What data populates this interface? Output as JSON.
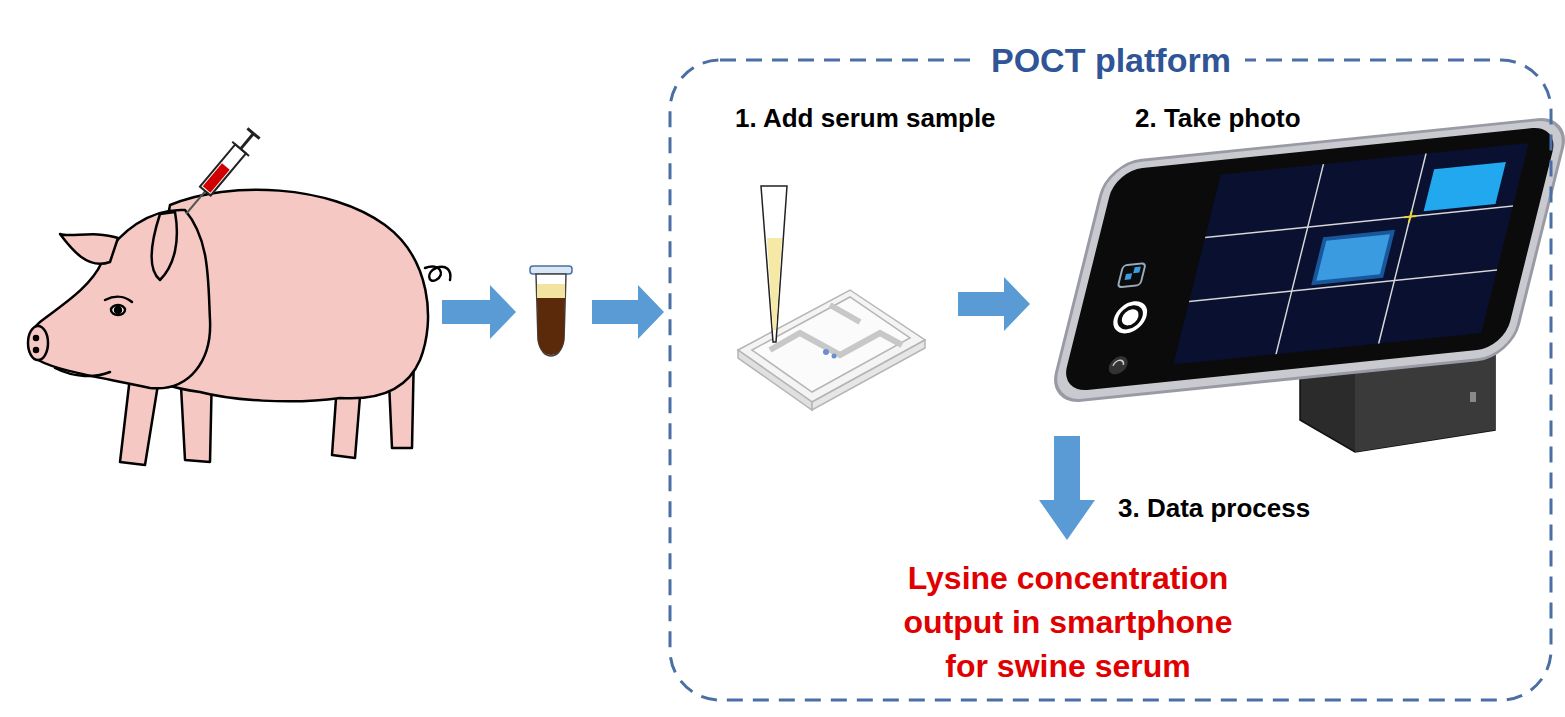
{
  "diagram": {
    "nodes": [
      {
        "text": [
          "POCT platform"
        ]
      }
    ],
    "labels": [
      "1. Add serum sample",
      "2. Take photo",
      "3. Data process",
      "Lysine concentration output in smartphone for swine serum"
    ]
  }
}
